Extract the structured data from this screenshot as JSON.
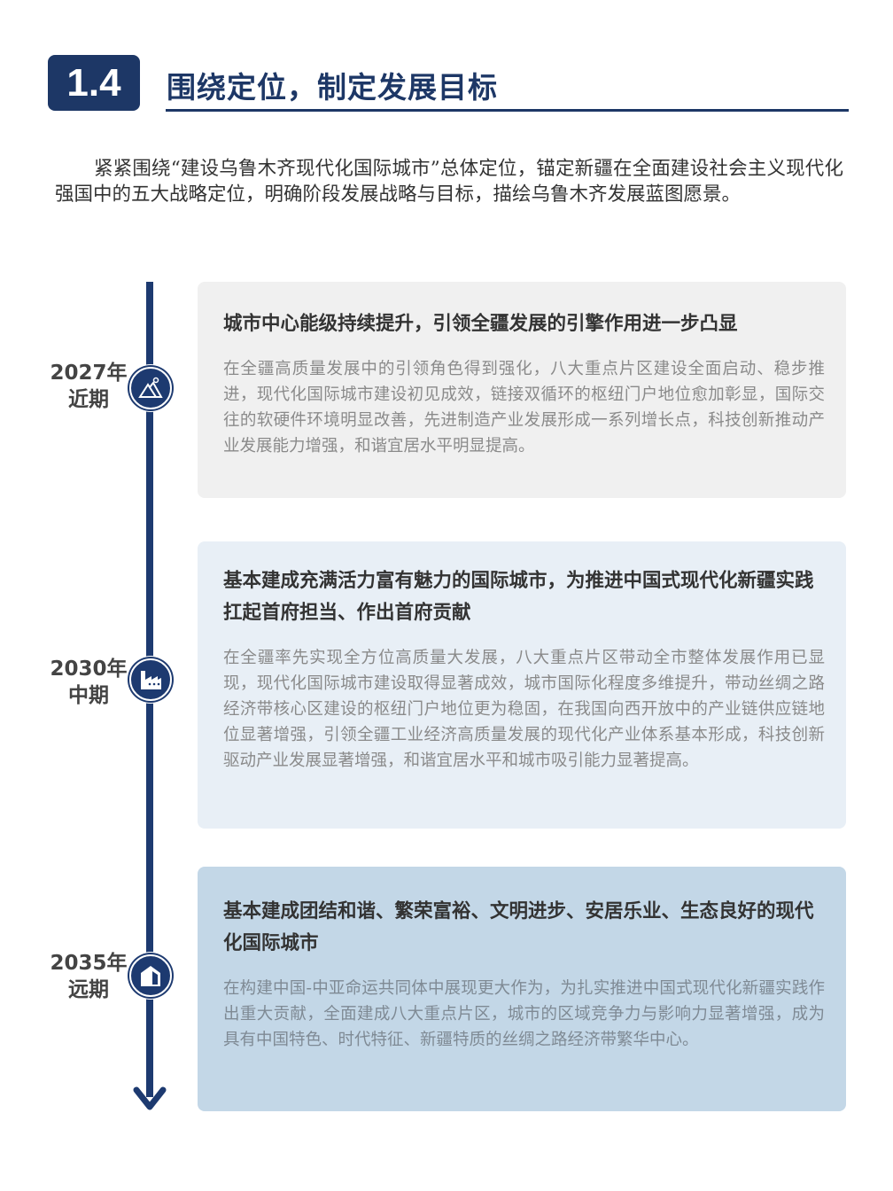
{
  "header": {
    "section_number": "1.4",
    "title": "围绕定位，制定发展目标"
  },
  "intro": "紧紧围绕“建设乌鲁木齐现代化国际城市”总体定位，锚定新疆在全面建设社会主义现代化强国中的五大战略定位，明确阶段发展战略与目标，描绘乌鲁木齐发展蓝图愿景。",
  "timeline": [
    {
      "year": "2027年",
      "phase": "近期",
      "icon": "mountain-sun-icon",
      "title": "城市中心能级持续提升，引领全疆发展的引擎作用进一步凸显",
      "body": "在全疆高质量发展中的引领角色得到强化，八大重点片区建设全面启动、稳步推进，现代化国际城市建设初见成效，链接双循环的枢纽门户地位愈加彰显，国际交往的软硬件环境明显改善，先进制造产业发展形成一系列增长点，科技创新推动产业发展能力增强，和谐宜居水平明显提高。"
    },
    {
      "year": "2030年",
      "phase": "中期",
      "icon": "factory-icon",
      "title": "基本建成充满活力富有魅力的国际城市，为推进中国式现代化新疆实践扛起首府担当、作出首府贡献",
      "body": "在全疆率先实现全方位高质量大发展，八大重点片区带动全市整体发展作用已显现，现代化国际城市建设取得显著成效，城市国际化程度多维提升，带动丝绸之路经济带核心区建设的枢纽门户地位更为稳固，在我国向西开放中的产业链供应链地位显著增强，引领全疆工业经济高质量发展的现代化产业体系基本形成，科技创新驱动产业发展显著增强，和谐宜居水平和城市吸引能力显著提高。"
    },
    {
      "year": "2035年",
      "phase": "远期",
      "icon": "house-icon",
      "title": "基本建成团结和谐、繁荣富裕、文明进步、安居乐业、生态良好的现代化国际城市",
      "body": "在构建中国-中亚命运共同体中展现更大作为，为扎实推进中国式现代化新疆实践作出重大贡献，全面建成八大重点片区，城市的区域竞争力与影响力显著增强，成为具有中国特色、时代特征、新疆特质的丝绸之路经济带繁华中心。"
    }
  ],
  "colors": {
    "navy": "#1d3766",
    "card1": "#f0f0f0",
    "card2": "#e8eff6",
    "card3": "#c3d7e7"
  }
}
